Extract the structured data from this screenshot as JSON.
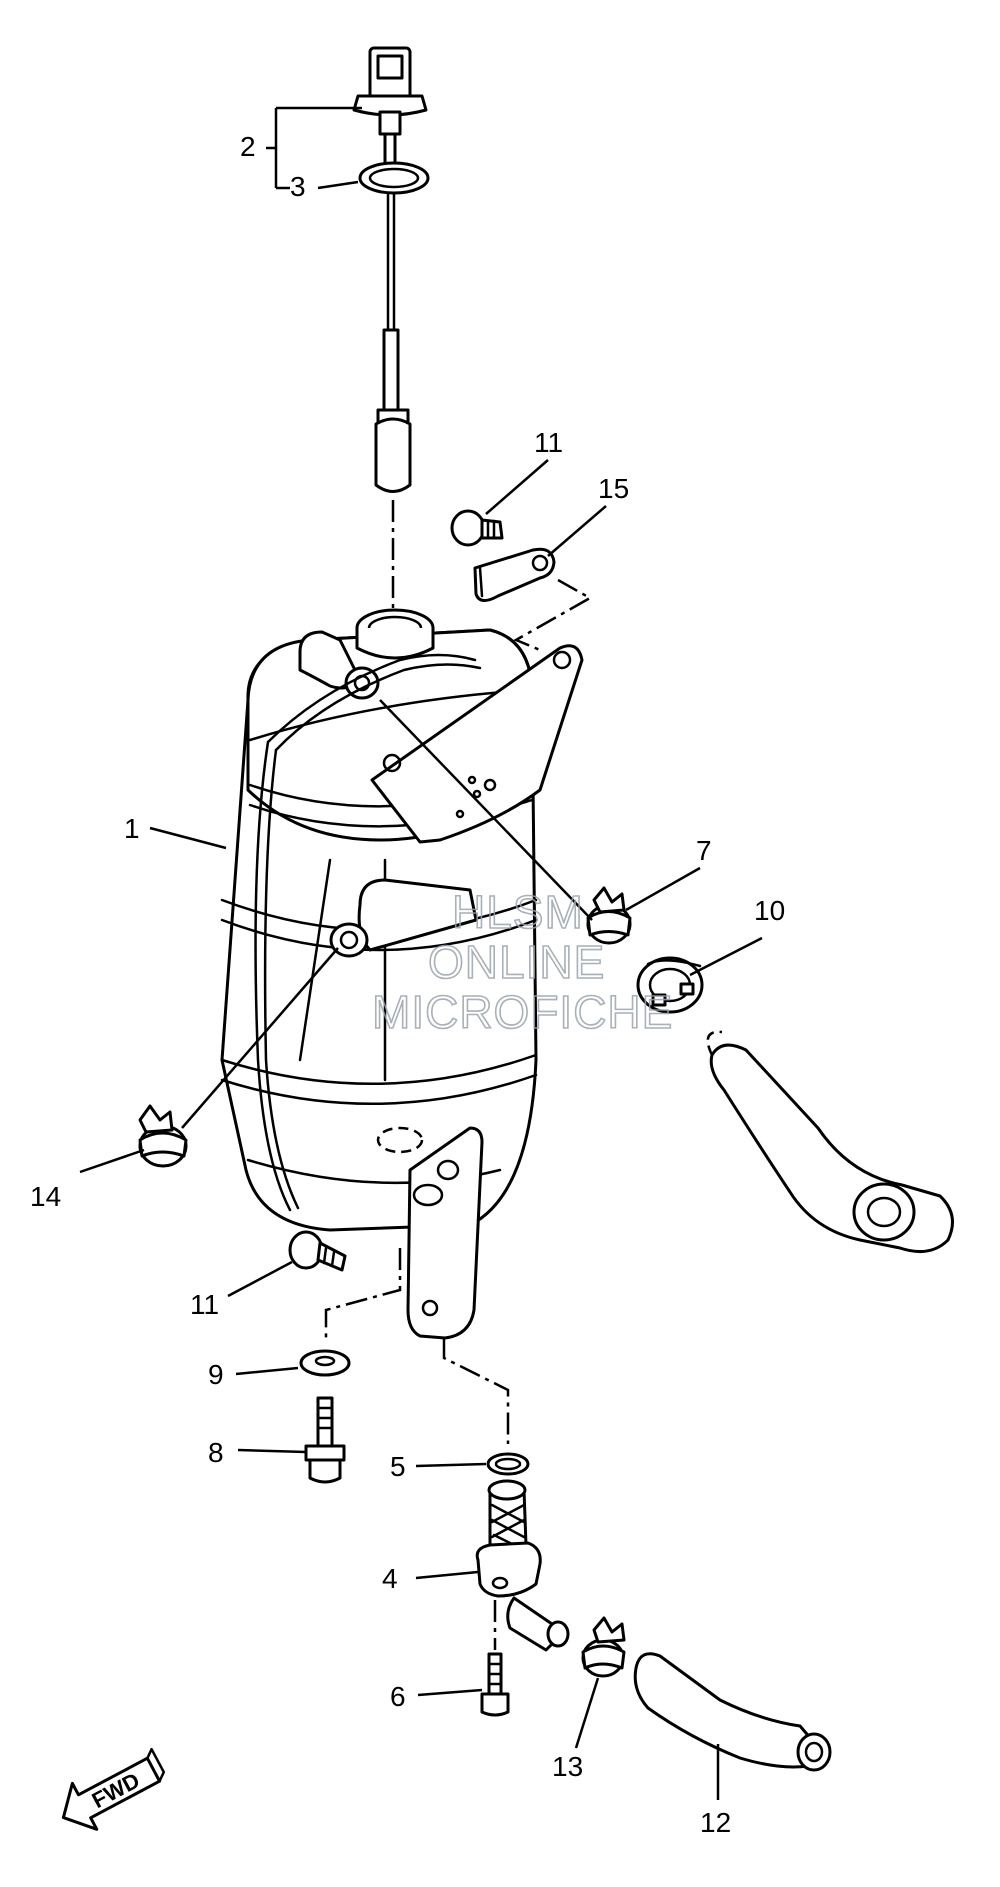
{
  "diagram": {
    "callouts": {
      "c1": "1",
      "c2": "2",
      "c3": "3",
      "c4": "4",
      "c5": "5",
      "c6": "6",
      "c7": "7",
      "c8": "8",
      "c9": "9",
      "c10": "10",
      "c11a": "11",
      "c11b": "11",
      "c12": "12",
      "c13": "13",
      "c14": "14",
      "c15": "15"
    },
    "watermark": {
      "line1": "HLSM",
      "line2": "ONLINE",
      "line3": "MICROFICHE"
    },
    "fwd_label": "FWD"
  }
}
